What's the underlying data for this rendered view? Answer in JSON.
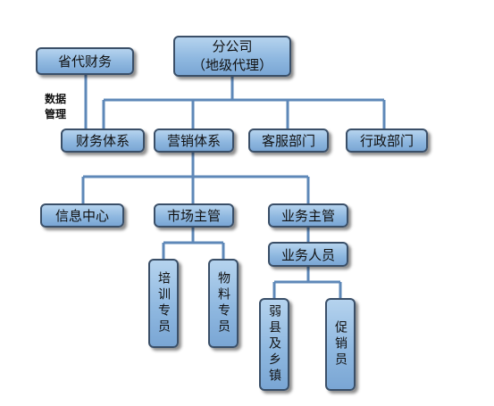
{
  "nodes": {
    "branch_company": {
      "line1": "分公司",
      "line2": "（地级代理）"
    },
    "agent_finance": "省代财务",
    "finance_system": "财务体系",
    "marketing_system": "营销体系",
    "customer_service_dept": "客服部门",
    "admin_dept": "行政部门",
    "info_center": "信息中心",
    "market_supervisor": "市场主管",
    "business_supervisor": "业务主管",
    "business_staff": "业务人员",
    "training_specialist": "培训专员",
    "materials_specialist": "物料专员",
    "weak_county_township": "弱县及乡镇",
    "promoter": "促销员"
  },
  "edge_label": {
    "line1": "数据",
    "line2": "管理"
  }
}
